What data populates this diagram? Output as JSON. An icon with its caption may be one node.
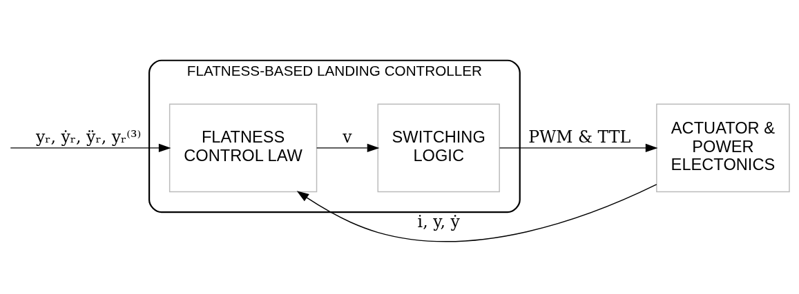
{
  "diagram": {
    "nodes": [
      {
        "text": [
          "FLATNESS-BASED LANDING CONTROLLER"
        ]
      },
      {
        "text": [
          "FLATNESS CONTROL LAW"
        ],
        "in": 0
      },
      {
        "text": [
          "SWITCHING LOGIC"
        ],
        "in": 0
      },
      {
        "text": [
          "ACTUATOR & POWER ELECTONICS"
        ]
      }
    ],
    "edges": [
      {
        "from": null,
        "to": 1,
        "arrow": "to",
        "label": "yᵣ, ẏᵣ, ÿᵣ, yᵣ⁽³⁾"
      },
      {
        "from": 1,
        "to": 2,
        "arrow": "to",
        "label": "v"
      },
      {
        "from": 2,
        "to": 3,
        "arrow": "to",
        "label": "PWM & TTL"
      },
      {
        "from": 3,
        "to": 1,
        "arrow": "to",
        "label": "i, y, ẏ"
      }
    ]
  }
}
